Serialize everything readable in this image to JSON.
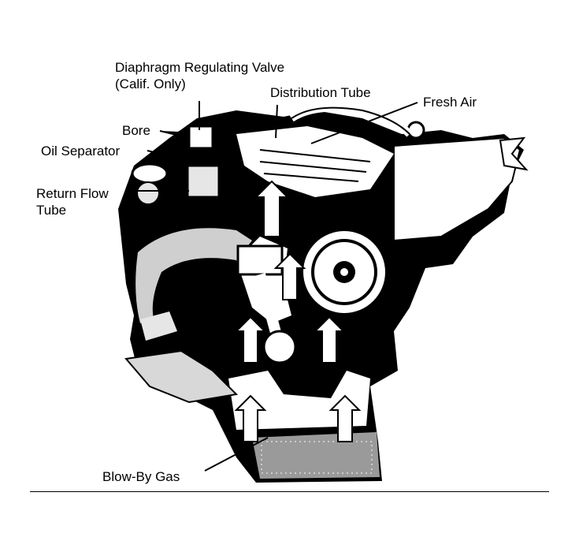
{
  "labels": {
    "diaphragm_line1": "Diaphragm Regulating Valve",
    "diaphragm_line2": "(Calif. Only)",
    "distribution_tube": "Distribution Tube",
    "fresh_air": "Fresh Air",
    "bore": "Bore",
    "oil_separator": "Oil Separator",
    "return_flow_line1": "Return Flow",
    "return_flow_line2": "Tube",
    "blow_by_gas": "Blow-By Gas"
  },
  "colors": {
    "ink": "#000000",
    "paper": "#ffffff",
    "mid": "#6a6a6a"
  }
}
